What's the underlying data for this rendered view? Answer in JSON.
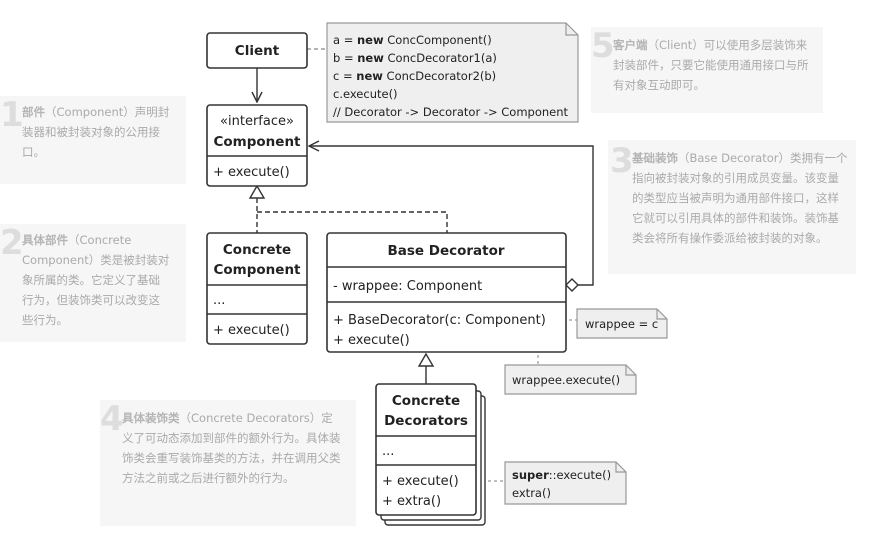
{
  "classes": {
    "client": {
      "name": "Client"
    },
    "component": {
      "stereotype": "«interface»",
      "name": "Component",
      "method": "+ execute()"
    },
    "concrete_component": {
      "name_line1": "Concrete",
      "name_line2": "Component",
      "fields": "...",
      "method": "+ execute()"
    },
    "base_decorator": {
      "name": "Base Decorator",
      "field": "- wrappee: Component",
      "method1": "+ BaseDecorator(c: Component)",
      "method2": "+ execute()"
    },
    "concrete_decorators": {
      "name_line1": "Concrete",
      "name_line2": "Decorators",
      "fields": "...",
      "method1": "+ execute()",
      "method2": "+ extra()"
    }
  },
  "notes": {
    "client_code": {
      "line1_kw": "new",
      "line1_a": "a = ",
      "line1_b": " ConcComponent()",
      "line2_kw": "new",
      "line2_a": "b = ",
      "line2_b": " ConcDecorator1(a)",
      "line3_kw": "new",
      "line3_a": "c = ",
      "line3_b": " ConcDecorator2(b)",
      "line4": "c.execute()",
      "line5": "// Decorator -> Decorator -> Component"
    },
    "wrappee_assign": "wrappee = c",
    "wrappee_execute": "wrappee.execute()",
    "super_execute_kw": "super",
    "super_execute_rest": "::execute()",
    "extra_call": "extra()"
  },
  "captions": {
    "c1": {
      "num": "1",
      "title": "部件",
      "text_after_title": "（Component）声明封装器和被封装对象的公用接口。"
    },
    "c2": {
      "num": "2",
      "title": "具体部件",
      "text_after_title": "（Concrete Component）类是被封装对象所属的类。它定义了基础行为，但装饰类可以改变这些行为。"
    },
    "c3": {
      "num": "3",
      "title": "基础装饰",
      "text_after_title": "（Base Decorator）类拥有一个指向被封装对象的引用成员变量。该变量的类型应当被声明为通用部件接口，这样它就可以引用具体的部件和装饰。装饰基类会将所有操作委派给被封装的对象。"
    },
    "c4": {
      "num": "4",
      "title": "具体装饰类",
      "text_after_title": "（Concrete Decorators）定义了可动态添加到部件的额外行为。具体装饰类会重写装饰基类的方法，并在调用父类方法之前或之后进行额外的行为。"
    },
    "c5": {
      "num": "5",
      "title": "客户端",
      "text_after_title": "（Client）可以使用多层装饰来封装部件，只要它能使用通用接口与所有对象互动即可。"
    }
  }
}
